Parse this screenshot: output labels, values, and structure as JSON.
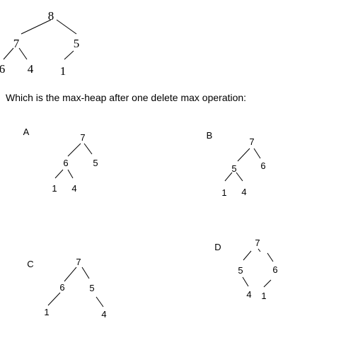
{
  "question": "Which is the max-heap after one delete max operation:",
  "original_heap": {
    "nodes": [
      "8",
      "7",
      "5",
      "6",
      "4",
      "1"
    ]
  },
  "options": [
    {
      "label": "A",
      "nodes": [
        "7",
        "6",
        "5",
        "1",
        "4"
      ]
    },
    {
      "label": "B",
      "nodes": [
        "7",
        "5",
        "6",
        "1",
        "4"
      ]
    },
    {
      "label": "C",
      "nodes": [
        "7",
        "6",
        "5",
        "1",
        "4"
      ]
    },
    {
      "label": "D",
      "nodes": [
        "7",
        "5",
        "6",
        "4",
        "1"
      ]
    }
  ]
}
